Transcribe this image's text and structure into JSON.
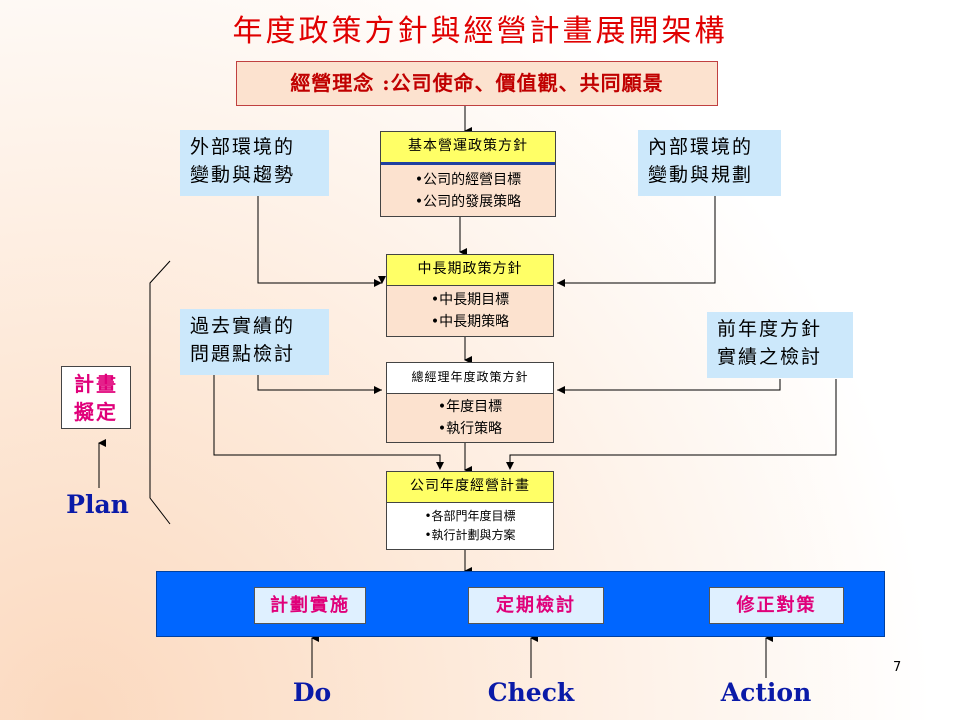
{
  "title": "年度政策方針與經營計畫展開架構",
  "top_box": "經營理念 :公司使命、價值觀、共同願景",
  "side_boxes": {
    "external": [
      "外部環境的",
      "變動與趨勢"
    ],
    "internal": [
      "內部環境的",
      "變動與規劃"
    ],
    "past": [
      "過去實績的",
      "問題點檢討"
    ],
    "prev_year": [
      "前年度方針",
      "實績之檢討"
    ]
  },
  "stages": [
    {
      "header": "基本營運政策方針",
      "items": [
        "•公司的經營目標",
        "•公司的發展策略"
      ]
    },
    {
      "header": "中長期政策方針",
      "items": [
        "•中長期目標",
        "•中長期策略"
      ]
    },
    {
      "header": "總經理年度政策方針",
      "items": [
        "•年度目標",
        "•執行策略"
      ]
    },
    {
      "header": "公司年度經營計畫",
      "items": [
        "•各部門年度目標",
        "•執行計劃與方案"
      ]
    }
  ],
  "plan_box": [
    "計畫",
    "擬定"
  ],
  "plan_label": "Plan",
  "band_items": [
    "計劃實施",
    "定期檢討",
    "修正對策"
  ],
  "pdca": [
    "Do",
    "Check",
    "Action"
  ],
  "page_number": "7",
  "colors": {
    "title": "#e00000",
    "band": "#0066ff",
    "pdca_text": "#0a1aa8",
    "plan_text": "#e0007a",
    "side_box": "#cce8fb",
    "stage_body": "#fce2cf"
  }
}
